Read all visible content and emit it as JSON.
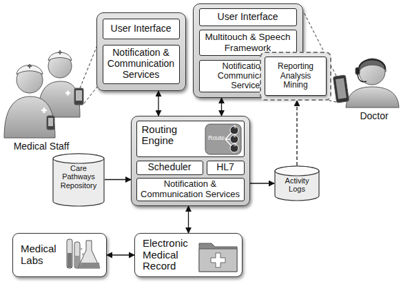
{
  "diagram": {
    "nodes": [
      {
        "text": []
      },
      {
        "text": [
          "User Interface"
        ],
        "in": 0
      },
      {
        "text": [
          "Notification & Communication Services"
        ],
        "in": 0
      },
      {
        "text": []
      },
      {
        "text": [
          "User Interface"
        ],
        "in": 3
      },
      {
        "text": [
          "Multitouch & Speech Framework"
        ],
        "in": 3
      },
      {
        "text": [
          "Notification & Communication Services"
        ],
        "in": 3
      },
      {
        "text": []
      },
      {
        "text": [
          "Routing Engine"
        ],
        "in": 7
      },
      {
        "text": [
          "Scheduler"
        ],
        "in": 7
      },
      {
        "text": [
          "HL7"
        ],
        "in": 7
      },
      {
        "text": [
          "Notification & Communication Services"
        ],
        "in": 7
      },
      {
        "text": [
          "Reporting Analysis Mining"
        ]
      },
      {
        "text": [
          "Care Pathways Repository"
        ]
      },
      {
        "text": [
          "Activity Logs"
        ]
      },
      {
        "text": [
          "Medical Labs"
        ]
      },
      {
        "text": [
          "Electronic Medical Record"
        ]
      }
    ],
    "edges": [
      {
        "from": 0,
        "to": 7,
        "arrow": "both"
      },
      {
        "from": 3,
        "to": 7,
        "arrow": "both"
      },
      {
        "from": 13,
        "to": 7,
        "arrow": "to"
      },
      {
        "from": 7,
        "to": 14,
        "arrow": "to"
      },
      {
        "from": 14,
        "to": 12,
        "arrow": "to"
      },
      {
        "from": 7,
        "to": 16,
        "arrow": "both"
      },
      {
        "from": 15,
        "to": 16,
        "arrow": "both"
      }
    ],
    "labels": [
      "Medical Staff",
      "Doctor",
      "Route",
      "1",
      "2",
      "3"
    ]
  }
}
